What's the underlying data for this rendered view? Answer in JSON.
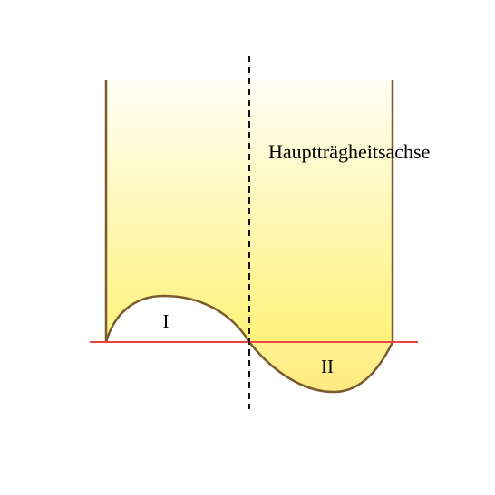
{
  "labels": {
    "axis_label": "Hauptträgheitsachse",
    "region_one": "I",
    "region_two": "II"
  },
  "colors": {
    "fill_top": "#fffef5",
    "fill_bottom": "#fff27a",
    "outline": "#7a5a2e",
    "baseline": "#ee4444",
    "axis": "#111111",
    "background": "#ffffff"
  }
}
